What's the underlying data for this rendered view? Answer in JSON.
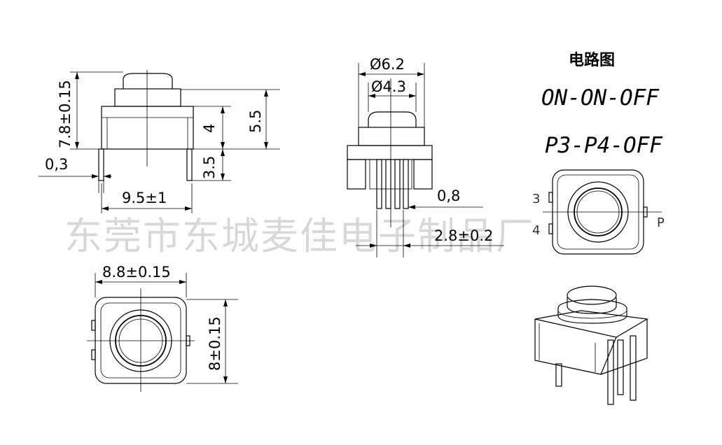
{
  "side_view": {
    "total_height": "7.8±0.15",
    "height_5_5": "5.5",
    "height_4": "4",
    "pin_3_5": "3.5",
    "pin_0_3": "0,3",
    "width": "9.5±1"
  },
  "front_view": {
    "dia_outer": "Ø6.2",
    "dia_inner": "Ø4.3",
    "pin_0_8": "0,8",
    "pitch": "2.8±0.2"
  },
  "top_view": {
    "width": "8.8±0.15",
    "height": "8±0.15"
  },
  "circuit": {
    "title": "电路图",
    "mode": "ON-ON-OFF",
    "pins": "P3-P4-OFF",
    "pin3": "3",
    "pin4": "4",
    "pinP": "P"
  },
  "watermark": "东莞市东城麦佳电子制品厂"
}
